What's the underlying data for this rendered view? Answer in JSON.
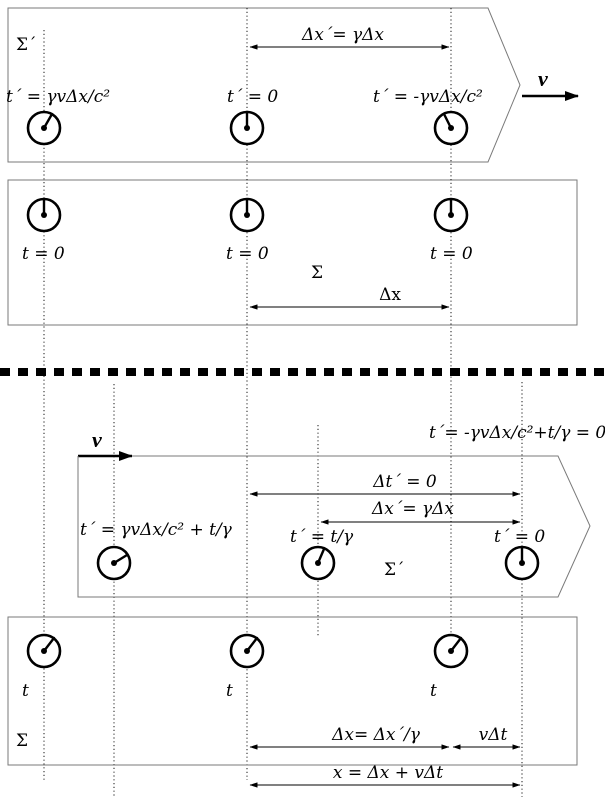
{
  "top": {
    "frame_moving": "Σ´",
    "frame_rest": "Σ",
    "velocity": "v",
    "dx_prime": "Δx´= γΔx",
    "dx": "Δx",
    "clock_labels_moving": [
      "t´ = γvΔx/c²",
      "t´ = 0",
      "t´ = -γvΔx/c²"
    ],
    "clock_labels_rest": [
      "t = 0",
      "t = 0",
      "t = 0"
    ]
  },
  "bottom": {
    "frame_moving": "Σ´",
    "frame_rest": "Σ",
    "velocity": "v",
    "dt_prime": "Δt´ = 0",
    "dx_prime": "Δx´= γΔx",
    "corner_label": "t´= -γvΔx/c²+t/γ = 0",
    "clock_labels_moving": [
      "t´ = γvΔx/c² + t/γ",
      "t´ = t/γ",
      "t´ = 0"
    ],
    "clock_labels_rest": [
      "t",
      "t",
      "t"
    ],
    "dx_eq": "Δx= Δx´/γ",
    "v_dt": "vΔt",
    "x_eq": "x = Δx + vΔt"
  }
}
